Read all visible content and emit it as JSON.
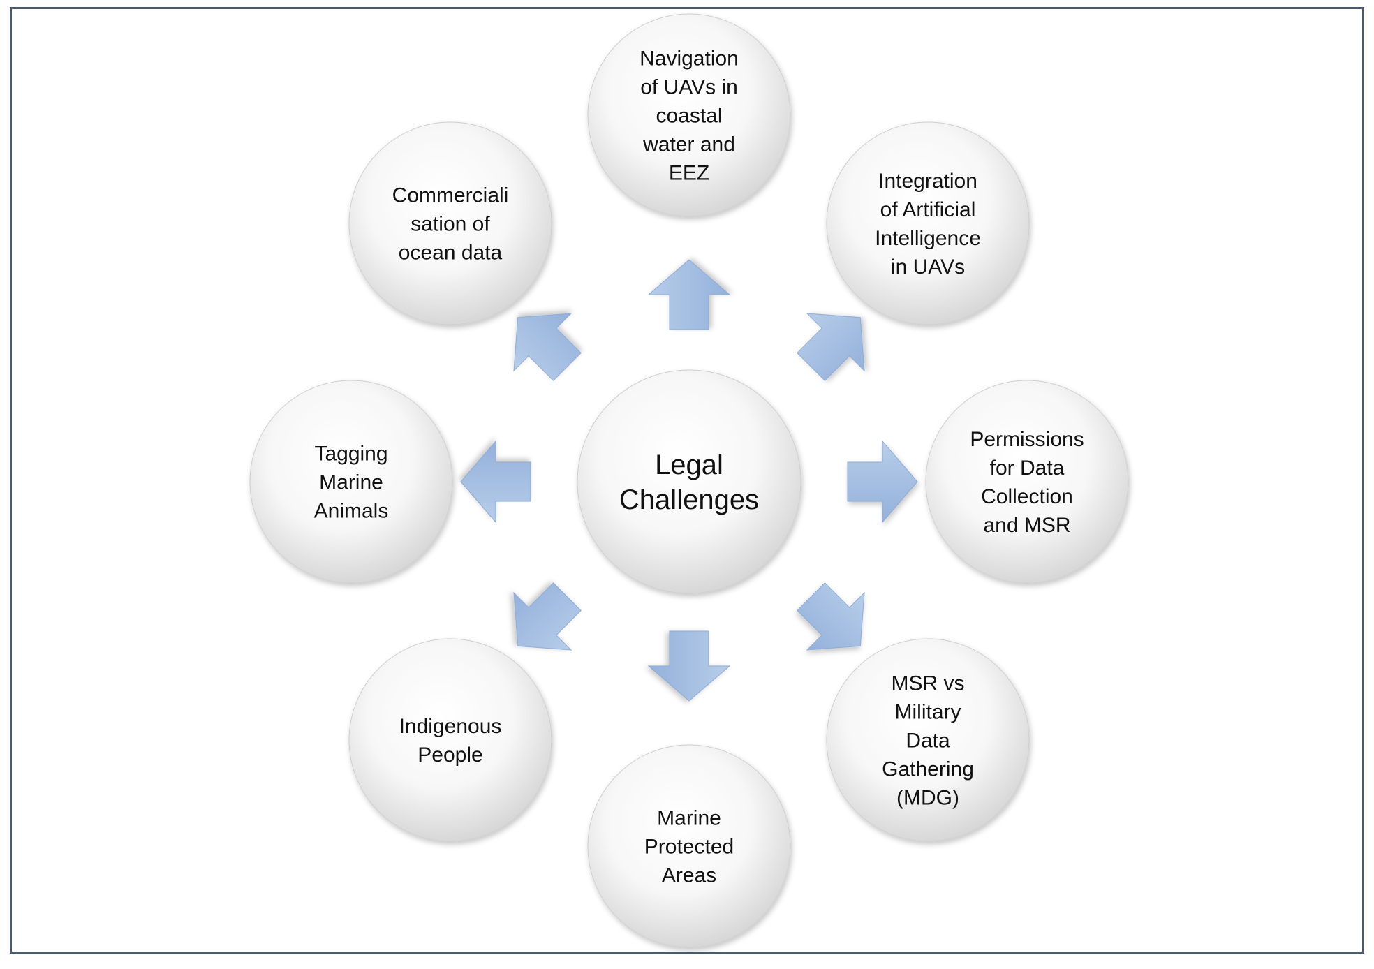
{
  "diagram": {
    "center": {
      "lines": [
        "Legal",
        "Challenges"
      ]
    },
    "nodes": [
      {
        "id": "top",
        "lines": [
          "Navigation",
          "of UAVs in",
          "coastal",
          "water and",
          "EEZ"
        ]
      },
      {
        "id": "top-right",
        "lines": [
          "Integration",
          "of Artificial",
          "Intelligence",
          "in UAVs"
        ]
      },
      {
        "id": "right",
        "lines": [
          "Permissions",
          "for Data",
          "Collection",
          "and MSR"
        ]
      },
      {
        "id": "bottom-right",
        "lines": [
          "MSR vs",
          "Military",
          "Data",
          "Gathering",
          "(MDG)"
        ]
      },
      {
        "id": "bottom",
        "lines": [
          "Marine",
          "Protected",
          "Areas"
        ]
      },
      {
        "id": "bottom-left",
        "lines": [
          "Indigenous",
          "People"
        ]
      },
      {
        "id": "left",
        "lines": [
          "Tagging",
          "Marine",
          "Animals"
        ]
      },
      {
        "id": "top-left",
        "lines": [
          "Commerciali",
          "sation of",
          "ocean data"
        ]
      }
    ],
    "colors": {
      "frame": "#4e5a6e",
      "arrow": "#a8c0e0",
      "circle_light": "#ffffff",
      "circle_dark": "#d6d6d6",
      "text": "#111111"
    }
  }
}
